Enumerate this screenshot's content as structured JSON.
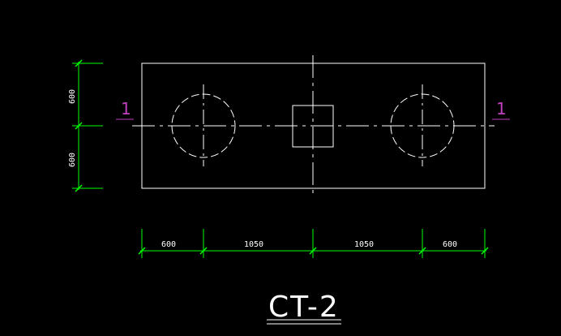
{
  "drawing": {
    "title": "CT-2",
    "section_mark_left": "1",
    "section_mark_right": "1",
    "vertical_dims": [
      "600",
      "600"
    ],
    "horizontal_dims": [
      "600",
      "1050",
      "1050",
      "600"
    ],
    "colors": {
      "background": "#000000",
      "outline": "#ffffff",
      "dimension": "#00ff00",
      "section_mark": "#c040c0"
    }
  }
}
